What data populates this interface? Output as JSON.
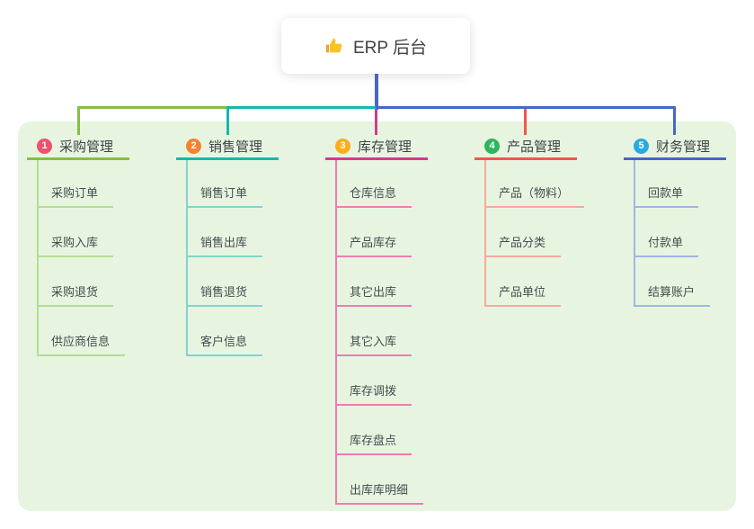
{
  "canvas": {
    "page_bg": "#FFFFFF",
    "panel_bg": "#E7F5E0",
    "title_text_color": "#3E4347",
    "child_text_color": "#474C50",
    "root_line_color": "#4766C8"
  },
  "root": {
    "label": "ERP 后台",
    "icon": "thumbs-up-icon",
    "icon_color": "#F7C325"
  },
  "branches": [
    {
      "badge": "1",
      "title": "采购管理",
      "colors": {
        "line": "#86BE44",
        "line_light": "#B5DC95",
        "badge": "#F0506E"
      },
      "children": [
        "采购订单",
        "采购入库",
        "采购退货",
        "供应商信息"
      ]
    },
    {
      "badge": "2",
      "title": "销售管理",
      "colors": {
        "line": "#16B8AC",
        "line_light": "#83D3CB",
        "badge": "#F5822F"
      },
      "children": [
        "销售订单",
        "销售出库",
        "销售退货",
        "客户信息"
      ]
    },
    {
      "badge": "3",
      "title": "库存管理",
      "colors": {
        "line": "#D63A8C",
        "line_light": "#F27BB2",
        "badge": "#FBAD1B"
      },
      "children": [
        "仓库信息",
        "产品库存",
        "其它出库",
        "其它入库",
        "库存调拨",
        "库存盘点",
        "出库库明细"
      ]
    },
    {
      "badge": "4",
      "title": "产品管理",
      "colors": {
        "line": "#F2564E",
        "line_light": "#F8A89F",
        "badge": "#2EB55D"
      },
      "children": [
        "产品（物料）",
        "产品分类",
        "产品单位"
      ]
    },
    {
      "badge": "5",
      "title": "财务管理",
      "colors": {
        "line": "#4766C8",
        "line_light": "#A3B3E4",
        "badge": "#29A9E1"
      },
      "children": [
        "回款单",
        "付款单",
        "结算账户"
      ]
    }
  ]
}
